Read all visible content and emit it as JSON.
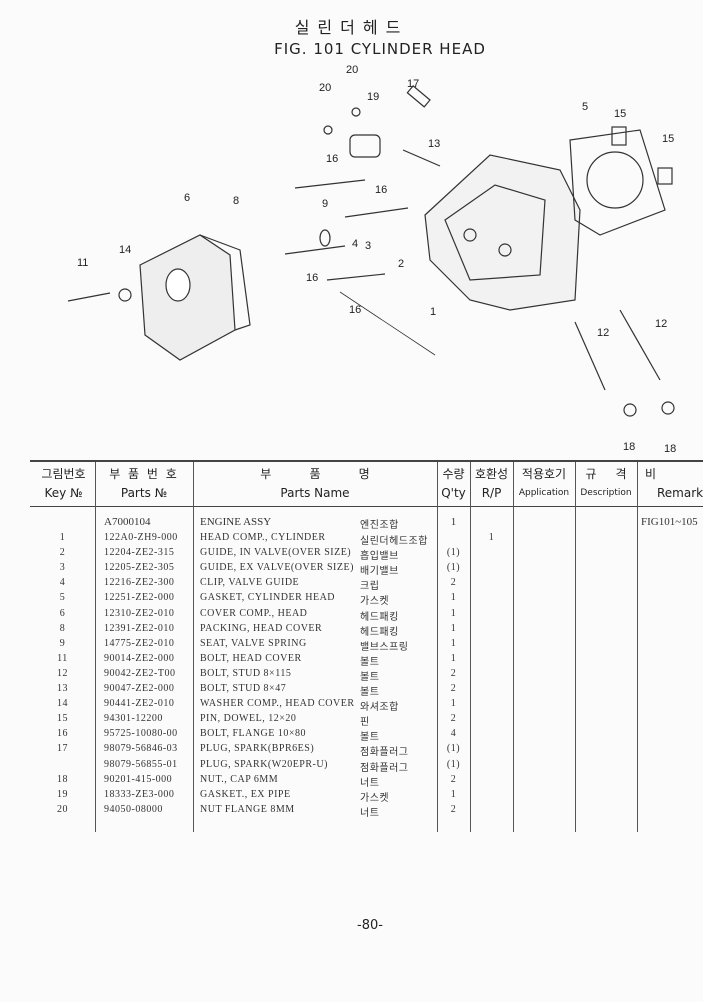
{
  "title_korean": "실린더헤드",
  "title": "FIG. 101   CYLINDER HEAD",
  "callouts": [
    "20",
    "20",
    "19",
    "17",
    "5",
    "15",
    "15",
    "13",
    "16",
    "16",
    "6",
    "8",
    "9",
    "4",
    "3",
    "2",
    "14",
    "11",
    "16",
    "16",
    "1",
    "12",
    "12",
    "18",
    "18"
  ],
  "headers": [
    {
      "ko": "그림번호",
      "en": "Key №"
    },
    {
      "ko": "부 품 번 호",
      "en": "Parts №"
    },
    {
      "ko": "부          품          명",
      "en": "Parts Name"
    },
    {
      "ko": "수량",
      "en": "Q'ty"
    },
    {
      "ko": "호환성",
      "en": "R/P"
    },
    {
      "ko": "적용호기",
      "en": "Application"
    },
    {
      "ko": "규     격",
      "en": "Description"
    },
    {
      "ko": "비",
      "en": "Remark"
    }
  ],
  "rows": [
    {
      "key": "",
      "part": "A7000104",
      "name": "ENGINE ASSY",
      "ko": "엔진조합",
      "qty": "1",
      "rp": "",
      "remark": "FIG101~105"
    },
    {
      "key": "1",
      "part": "122A0-ZH9-000",
      "name": "HEAD COMP., CYLINDER",
      "ko": "실린더헤드조합",
      "qty": "",
      "rp": "1",
      "remark": ""
    },
    {
      "key": "2",
      "part": "12204-ZE2-315",
      "name": "GUIDE, IN VALVE(OVER SIZE)",
      "ko": "흡입밸브",
      "qty": "(1)",
      "rp": "",
      "remark": ""
    },
    {
      "key": "3",
      "part": "12205-ZE2-305",
      "name": "GUIDE, EX VALVE(OVER SIZE)",
      "ko": "배기밸브",
      "qty": "(1)",
      "rp": "",
      "remark": ""
    },
    {
      "key": "4",
      "part": "12216-ZE2-300",
      "name": "CLIP, VALVE GUIDE",
      "ko": "크립",
      "qty": "2",
      "rp": "",
      "remark": ""
    },
    {
      "key": "5",
      "part": "12251-ZE2-000",
      "name": "GASKET, CYLINDER HEAD",
      "ko": "가스켓",
      "qty": "1",
      "rp": "",
      "remark": ""
    },
    {
      "key": "6",
      "part": "12310-ZE2-010",
      "name": "COVER COMP., HEAD",
      "ko": "헤드패킹",
      "qty": "1",
      "rp": "",
      "remark": ""
    },
    {
      "key": "8",
      "part": "12391-ZE2-010",
      "name": "PACKING, HEAD COVER",
      "ko": "헤드패킹",
      "qty": "1",
      "rp": "",
      "remark": ""
    },
    {
      "key": "9",
      "part": "14775-ZE2-010",
      "name": "SEAT, VALVE SPRING",
      "ko": "밸브스프링",
      "qty": "1",
      "rp": "",
      "remark": ""
    },
    {
      "key": "11",
      "part": "90014-ZE2-000",
      "name": "BOLT, HEAD COVER",
      "ko": "볼트",
      "qty": "1",
      "rp": "",
      "remark": ""
    },
    {
      "key": "12",
      "part": "90042-ZE2-T00",
      "name": "BOLT, STUD 8×115",
      "ko": "볼트",
      "qty": "2",
      "rp": "",
      "remark": ""
    },
    {
      "key": "13",
      "part": "90047-ZE2-000",
      "name": "BOLT, STUD 8×47",
      "ko": "볼트",
      "qty": "2",
      "rp": "",
      "remark": ""
    },
    {
      "key": "14",
      "part": "90441-ZE2-010",
      "name": "WASHER COMP., HEAD COVER",
      "ko": "와셔조합",
      "qty": "1",
      "rp": "",
      "remark": ""
    },
    {
      "key": "15",
      "part": "94301-12200",
      "name": "PIN, DOWEL, 12×20",
      "ko": "핀",
      "qty": "2",
      "rp": "",
      "remark": ""
    },
    {
      "key": "16",
      "part": "95725-10080-00",
      "name": "BOLT, FLANGE 10×80",
      "ko": "볼트",
      "qty": "4",
      "rp": "",
      "remark": ""
    },
    {
      "key": "17",
      "part": "98079-56846-03",
      "name": "PLUG, SPARK(BPR6ES)",
      "ko": "점화플러그",
      "qty": "(1)",
      "rp": "",
      "remark": ""
    },
    {
      "key": "",
      "part": "98079-56855-01",
      "name": "PLUG, SPARK(W20EPR-U)",
      "ko": "점화플러그",
      "qty": "(1)",
      "rp": "",
      "remark": ""
    },
    {
      "key": "18",
      "part": "90201-415-000",
      "name": "NUT., CAP 6MM",
      "ko": "너트",
      "qty": "2",
      "rp": "",
      "remark": ""
    },
    {
      "key": "19",
      "part": "18333-ZE3-000",
      "name": "GASKET., EX PIPE",
      "ko": "가스켓",
      "qty": "1",
      "rp": "",
      "remark": ""
    },
    {
      "key": "20",
      "part": "94050-08000",
      "name": "NUT FLANGE 8MM",
      "ko": "너트",
      "qty": "2",
      "rp": "",
      "remark": ""
    }
  ],
  "page_number": "-80-"
}
